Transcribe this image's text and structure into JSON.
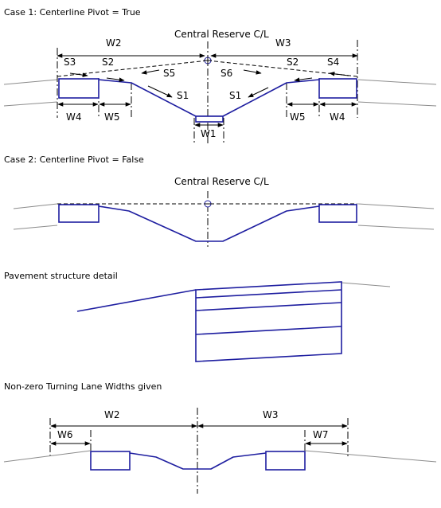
{
  "colors": {
    "profile": "#1e1ea0",
    "ground": "#8c8c8c",
    "text": "#000000"
  },
  "case1": {
    "caption": "Case 1: Centerline Pivot = True",
    "cl_label": "Central Reserve C/L",
    "w2": "W2",
    "w3": "W3",
    "w1": "W1",
    "w4_left": "W4",
    "w5_left": "W5",
    "w5_right": "W5",
    "w4_right": "W4",
    "s3": "S3",
    "s2_left": "S2",
    "s5": "S5",
    "s1_left": "S1",
    "s6": "S6",
    "s1_right": "S1",
    "s2_right": "S2",
    "s4": "S4"
  },
  "case2": {
    "caption": "Case 2: Centerline Pivot = False",
    "cl_label": "Central Reserve C/L"
  },
  "pavement": {
    "caption": "Pavement structure detail"
  },
  "turning": {
    "caption": "Non-zero Turning Lane Widths given",
    "w2": "W2",
    "w3": "W3",
    "w6": "W6",
    "w7": "W7"
  }
}
